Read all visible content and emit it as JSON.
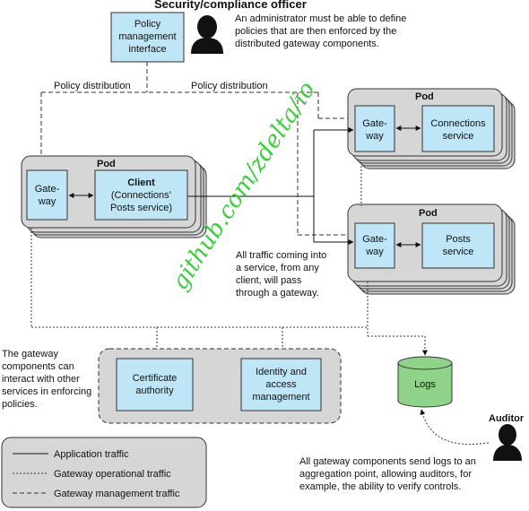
{
  "officer": {
    "title": "Security/compliance officer",
    "description": [
      "An administrator must be able to define",
      "policies that are then enforced by the",
      "distributed gateway components."
    ],
    "icon": "person-silhouette"
  },
  "policy_interface": [
    "Policy",
    "management",
    "interface"
  ],
  "policy_distribution_left": "Policy distribution",
  "policy_distribution_right": "Policy distribution",
  "pod_label": "Pod",
  "client_pod": {
    "gateway": [
      "Gate-",
      "way"
    ],
    "client_title": "Client",
    "client_sub": [
      "(Connections’",
      "Posts service)"
    ]
  },
  "connections_pod": {
    "gateway": [
      "Gate-",
      "way"
    ],
    "service": [
      "Connections",
      "service"
    ]
  },
  "posts_pod": {
    "gateway": [
      "Gate-",
      "way"
    ],
    "service": [
      "Posts",
      "service"
    ]
  },
  "traffic_note": [
    "All traffic coming into",
    "a service, from any",
    "client, will pass",
    "through a gateway."
  ],
  "gateway_note": [
    "The gateway",
    "components can",
    "interact with other",
    "services in enforcing",
    "policies."
  ],
  "certificate_authority": [
    "Certificate",
    "authority"
  ],
  "iam": [
    "Identity and",
    "access",
    "management"
  ],
  "logs": "Logs",
  "auditor": {
    "title": "Auditor",
    "icon": "person-silhouette",
    "description": [
      "All gateway components send logs to an",
      "aggregation point, allowing auditors, for",
      "example, the ability to verify controls."
    ]
  },
  "legend": {
    "items": [
      "Application traffic",
      "Gateway operational traffic",
      "Gateway management traffic"
    ]
  },
  "watermark": "github.com/zdelta/io",
  "colors": {
    "pod_fill": "#d6d6d6",
    "component_fill": "#bfe6f7",
    "logs_fill": "#8fd38a",
    "watermark": "#3ccf3c"
  }
}
